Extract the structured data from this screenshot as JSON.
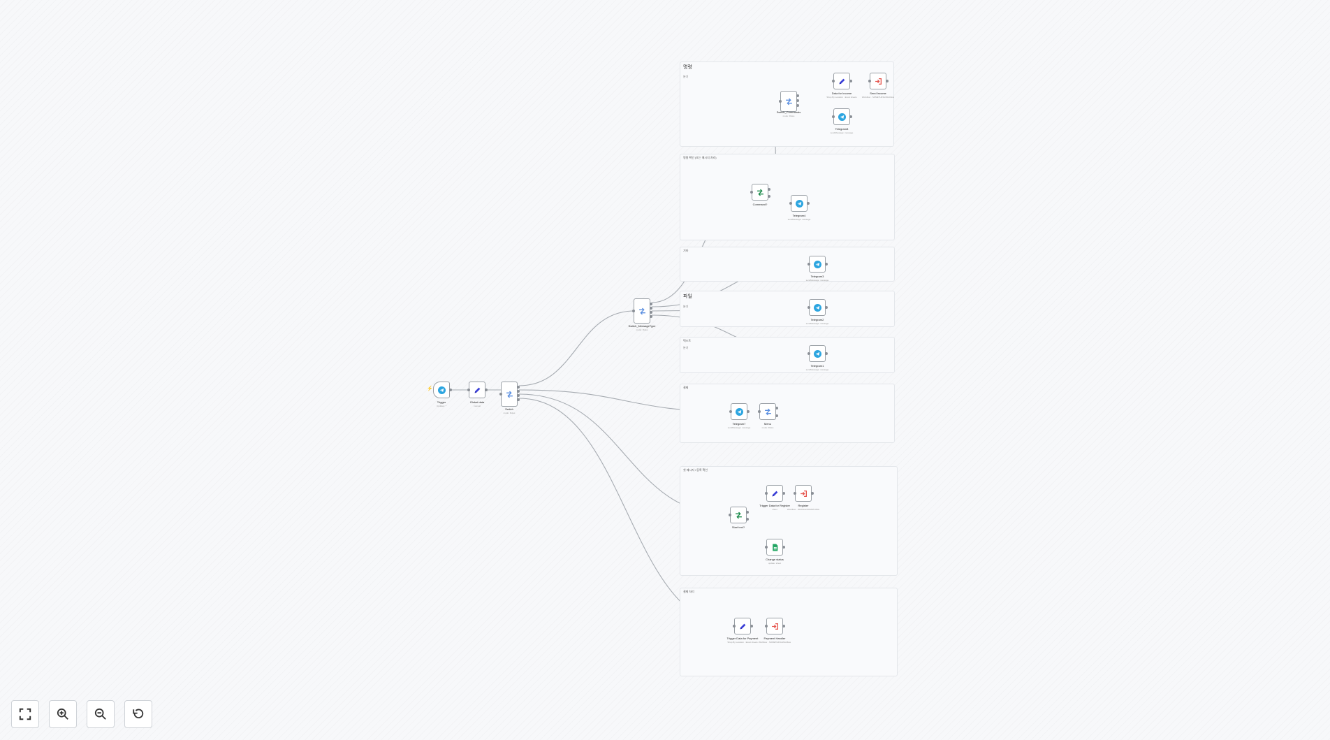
{
  "sticky_notes": [
    {
      "id": "s1",
      "title": "명령",
      "subtitle": "분기"
    },
    {
      "id": "s2",
      "title": "명령 확인 (또는 메시지 처리)",
      "subtitle": ""
    },
    {
      "id": "s3",
      "title": "기타",
      "subtitle": ""
    },
    {
      "id": "s4",
      "title": "파일",
      "subtitle": "분기"
    },
    {
      "id": "s5",
      "title": "텍스트",
      "subtitle": "분기"
    },
    {
      "id": "s6",
      "title": "결제",
      "subtitle": ""
    },
    {
      "id": "s7",
      "title": "첫 메시지 / 등록 확인",
      "subtitle": ""
    },
    {
      "id": "s8",
      "title": "결제 처리",
      "subtitle": ""
    }
  ],
  "nodes": [
    {
      "id": "trigger",
      "label": "Trigger",
      "sub": "Updates: *",
      "icon": "telegram-icon"
    },
    {
      "id": "global_data",
      "label": "Global data",
      "sub": "manual",
      "icon": "edit-fields-icon"
    },
    {
      "id": "switch",
      "label": "Switch",
      "sub": "mode: Rules",
      "icon": "switch-icon"
    },
    {
      "id": "switch_messagetype",
      "label": "Switch_MessageType",
      "sub": "mode: Rules",
      "icon": "switch-icon"
    },
    {
      "id": "command",
      "label": "Command?",
      "sub": "",
      "icon": "if-icon"
    },
    {
      "id": "telegram4",
      "label": "Telegram4",
      "sub": "sendMessage: message",
      "icon": "telegram-icon"
    },
    {
      "id": "switch_commands",
      "label": "Switch_Commands",
      "sub": "mode: Rules",
      "icon": "switch-icon"
    },
    {
      "id": "data_for_income",
      "label": "Data for Income",
      "sub": "Shop By Location · Excel sheets",
      "icon": "edit-fields-icon"
    },
    {
      "id": "send_income",
      "label": "Send Income",
      "sub": "Workflow · SOMETHING/Workflow",
      "icon": "execute-workflow-icon"
    },
    {
      "id": "telegram8",
      "label": "Telegram8",
      "sub": "sendMessage: message",
      "icon": "telegram-icon"
    },
    {
      "id": "telegram3",
      "label": "Telegram3",
      "sub": "sendMessage: message",
      "icon": "telegram-icon"
    },
    {
      "id": "telegram2",
      "label": "Telegram2",
      "sub": "sendMessage: message",
      "icon": "telegram-icon"
    },
    {
      "id": "telegram1",
      "label": "Telegram1",
      "sub": "sendMessage: message",
      "icon": "telegram-icon"
    },
    {
      "id": "telegram7",
      "label": "Telegram7",
      "sub": "sendMessage: message",
      "icon": "telegram-icon"
    },
    {
      "id": "menu",
      "label": "Menu",
      "sub": "mode: Rules",
      "icon": "switch-icon"
    },
    {
      "id": "start_text",
      "label": "Start text?",
      "sub": "",
      "icon": "if-icon"
    },
    {
      "id": "trigger_data_register",
      "label": "Trigger Data for Register",
      "sub": "sheet",
      "icon": "edit-fields-icon"
    },
    {
      "id": "register",
      "label": "Register",
      "sub": "Workflow · Workflow/SOMETHING",
      "icon": "execute-workflow-icon"
    },
    {
      "id": "change_status",
      "label": "Change status",
      "sub": "update: sheet",
      "icon": "google-sheets-icon"
    },
    {
      "id": "trigger_data_payment",
      "label": "Trigger Data for Payment",
      "sub": "Shop By Location · Excel sheets",
      "icon": "edit-fields-icon"
    },
    {
      "id": "payment_handler",
      "label": "Payment Handler",
      "sub": "Workflow · SOMETHING/Workflow",
      "icon": "execute-workflow-icon"
    }
  ],
  "controls": [
    {
      "id": "fit",
      "icon": "fit-view-icon",
      "title": "Fit view"
    },
    {
      "id": "zoom_in",
      "icon": "zoom-in-icon",
      "title": "Zoom in"
    },
    {
      "id": "zoom_out",
      "icon": "zoom-out-icon",
      "title": "Zoom out"
    },
    {
      "id": "reset",
      "icon": "reset-zoom-icon",
      "title": "Reset zoom"
    }
  ],
  "colors": {
    "telegram": "#2ca5e0",
    "edit": "#3b3fd8",
    "switch": "#5b8fe0",
    "if": "#1a8a4a",
    "workflow": "#e5534b",
    "sheets": "#22a663",
    "connection": "#a6abb1"
  }
}
